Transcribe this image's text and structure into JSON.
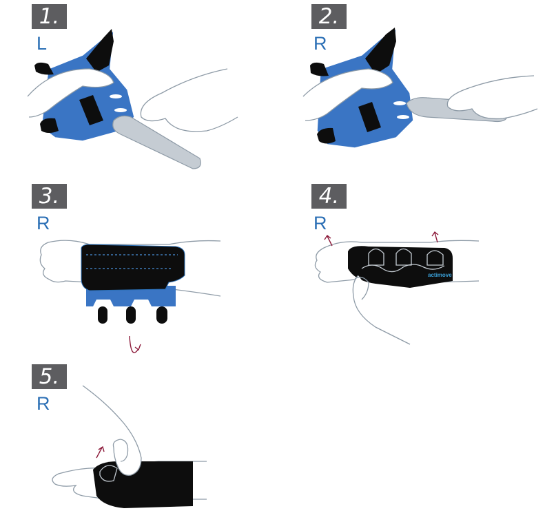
{
  "steps": [
    {
      "number": "1.",
      "side": "L",
      "illustration": "insert-splint-left-illustration"
    },
    {
      "number": "2.",
      "side": "R",
      "illustration": "insert-splint-right-illustration"
    },
    {
      "number": "3.",
      "side": "R",
      "illustration": "place-brace-illustration"
    },
    {
      "number": "4.",
      "side": "R",
      "illustration": "wrap-fingers-illustration"
    },
    {
      "number": "5.",
      "side": "R",
      "illustration": "fasten-thumb-strap-illustration"
    }
  ],
  "brand_label": "actimove",
  "colors": {
    "badge": "#5d5d60",
    "side_label": "#2b6fb5",
    "brace_blue": "#3a75c4",
    "brace_black": "#0d0d0d",
    "splint_gray": "#c5ccd3",
    "outline": "#8d9aa6",
    "arrow": "#8c1a3a"
  }
}
